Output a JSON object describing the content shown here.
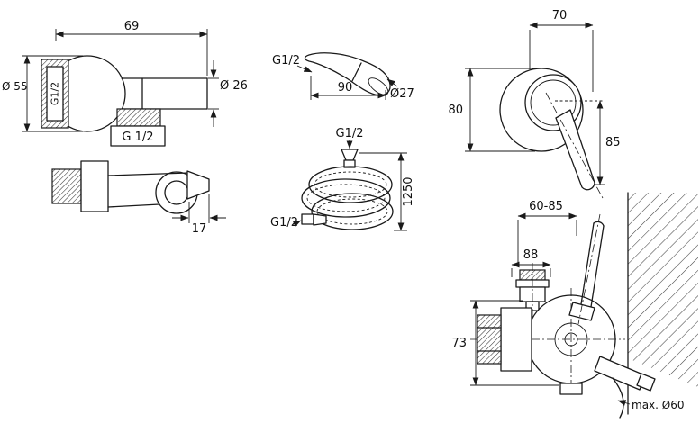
{
  "page": {
    "background": "#ffffff",
    "line_color": "#1a1a1a",
    "kind": "technical dimensional drawing of shower mixer set"
  },
  "views": {
    "elbow_front": {
      "dim_width": "69",
      "dim_flange_diameter": "Ø 55",
      "thread_label_vertical": "G1/2",
      "dim_outlet_diameter": "Ø 26",
      "thread_label_box": "G 1/2"
    },
    "elbow_side": {
      "dim_holder_depth": "17"
    },
    "hand_shower": {
      "thread_label": "G1/2",
      "dim_length": "90",
      "dim_head_diameter": "Ø27"
    },
    "hose": {
      "thread_label_top": "G1/2",
      "thread_label_bottom": "G1/2",
      "dim_length": "1250"
    },
    "mixer_front": {
      "dim_width": "70",
      "dim_height": "80",
      "dim_lever": "85"
    },
    "mixer_installation": {
      "dim_depth_range": "60-85",
      "dim_body_width": "88",
      "dim_body_height": "73",
      "dim_max_hole": "max. Ø60"
    }
  }
}
